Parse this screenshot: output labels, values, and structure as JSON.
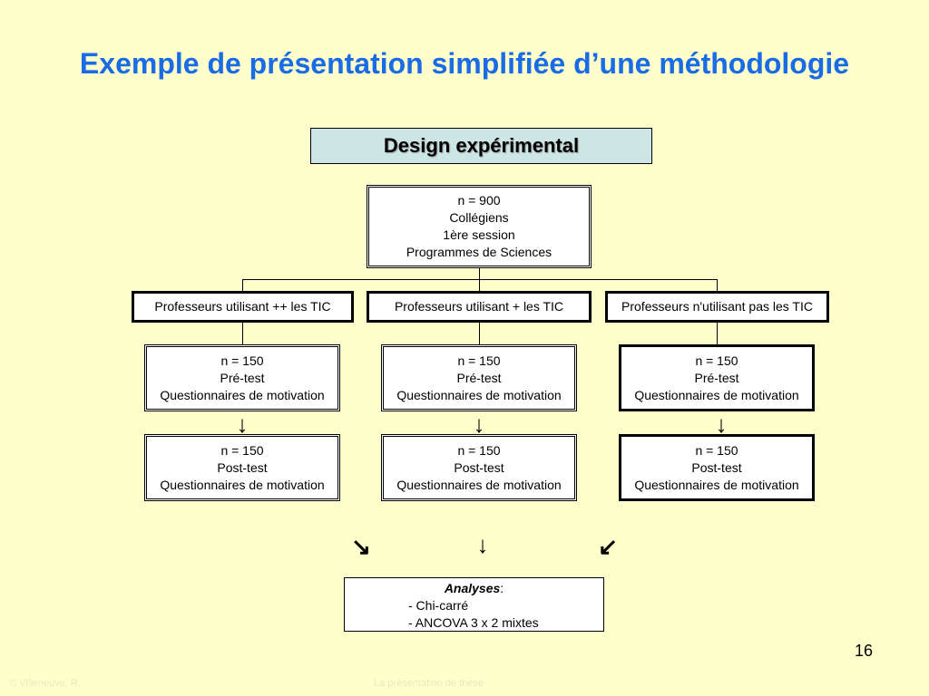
{
  "title": "Exemple de présentation simplifiée d’une méthodologie",
  "design_label": "Design expérimental",
  "top_box": [
    "n = 900",
    "Collégiens",
    "1ère session",
    "Programmes de Sciences"
  ],
  "groups": [
    {
      "label": "Professeurs utilisant ++ les TIC",
      "pre": [
        "n = 150",
        "Pré-test",
        "Questionnaires de motivation"
      ],
      "post": [
        "n = 150",
        "Post-test",
        "Questionnaires de motivation"
      ]
    },
    {
      "label": "Professeurs utilisant + les TIC",
      "pre": [
        "n = 150",
        "Pré-test",
        "Questionnaires de motivation"
      ],
      "post": [
        "n = 150",
        "Post-test",
        "Questionnaires de motivation"
      ]
    },
    {
      "label": "Professeurs n'utilisant pas les TIC",
      "pre": [
        "n = 150",
        "Pré-test",
        "Questionnaires de motivation"
      ],
      "post": [
        "n = 150",
        "Post-test",
        "Questionnaires de motivation"
      ]
    }
  ],
  "arrows": {
    "down": "↓",
    "down_right": "↘",
    "down_left": "↙"
  },
  "analyses": {
    "heading": "Analyses",
    "heading_suffix": ":",
    "items": [
      "- Chi-carré",
      "- ANCOVA 3 x 2 mixtes"
    ]
  },
  "page_number": "16",
  "footer": {
    "left": "© Villeneuve, R.",
    "center": "La présentation de thèse"
  }
}
